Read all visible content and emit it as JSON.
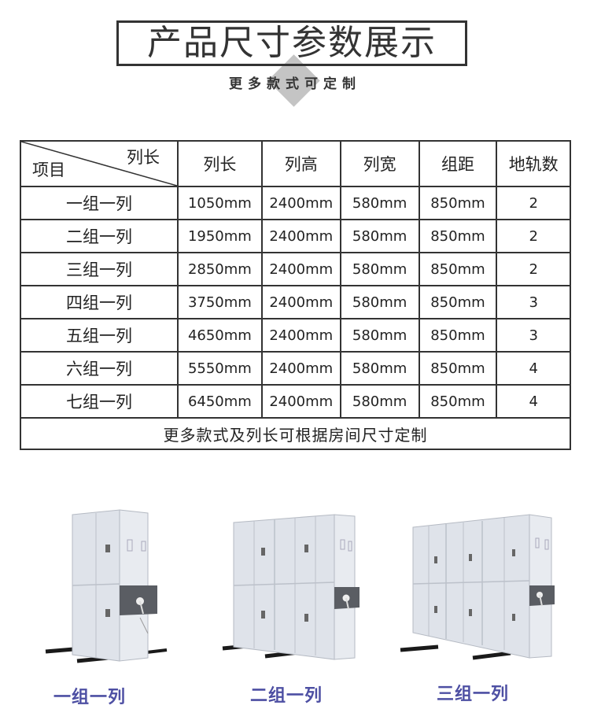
{
  "header": {
    "title": "产品尺寸参数展示",
    "subtitle": "更多款式可定制"
  },
  "table": {
    "corner_top": "列长",
    "corner_bottom": "项目",
    "columns": [
      "列长",
      "列高",
      "列宽",
      "组距",
      "地轨数"
    ],
    "rows": [
      {
        "label": "一组一列",
        "cells": [
          "1050mm",
          "2400mm",
          "580mm",
          "850mm",
          "2"
        ]
      },
      {
        "label": "二组一列",
        "cells": [
          "1950mm",
          "2400mm",
          "580mm",
          "850mm",
          "2"
        ]
      },
      {
        "label": "三组一列",
        "cells": [
          "2850mm",
          "2400mm",
          "580mm",
          "850mm",
          "2"
        ]
      },
      {
        "label": "四组一列",
        "cells": [
          "3750mm",
          "2400mm",
          "580mm",
          "850mm",
          "3"
        ]
      },
      {
        "label": "五组一列",
        "cells": [
          "4650mm",
          "2400mm",
          "580mm",
          "850mm",
          "3"
        ]
      },
      {
        "label": "六组一列",
        "cells": [
          "5550mm",
          "2400mm",
          "580mm",
          "850mm",
          "4"
        ]
      },
      {
        "label": "七组一列",
        "cells": [
          "6450mm",
          "2400mm",
          "580mm",
          "850mm",
          "4"
        ]
      }
    ],
    "footer": "更多款式及列长可根据房间尺寸定制"
  },
  "products": [
    {
      "caption": "一组一列",
      "groups": 1
    },
    {
      "caption": "二组一列",
      "groups": 2
    },
    {
      "caption": "三组一列",
      "groups": 3
    }
  ],
  "colors": {
    "border": "#333333",
    "diamond": "#c4c4c4",
    "caption": "#4d4fa3",
    "cabinet": "#dde2ea",
    "panel": "#5a5d63"
  }
}
